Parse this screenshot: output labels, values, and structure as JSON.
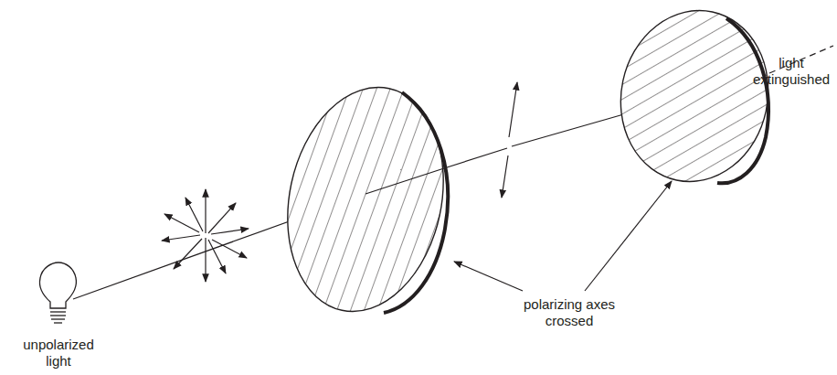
{
  "diagram": {
    "labels": [
      "light extinguished",
      "unpolarized light",
      "polarizing axes crossed"
    ]
  }
}
